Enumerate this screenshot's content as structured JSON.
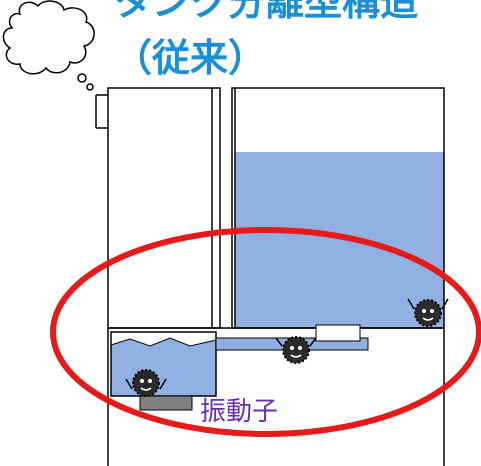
{
  "title": {
    "line1": "タンク分離型構造",
    "line2": "（従来）"
  },
  "label": {
    "vibrator": "振動子"
  },
  "colors": {
    "title": "#1a8fd8",
    "label": "#6a2fb5",
    "water": "#8fb0e0",
    "ellipse": "#e51a1a",
    "outline": "#000000",
    "base_block": "#808080"
  },
  "icons": {
    "thought": "thought-bubble-icon",
    "germ": "germ-icon"
  }
}
